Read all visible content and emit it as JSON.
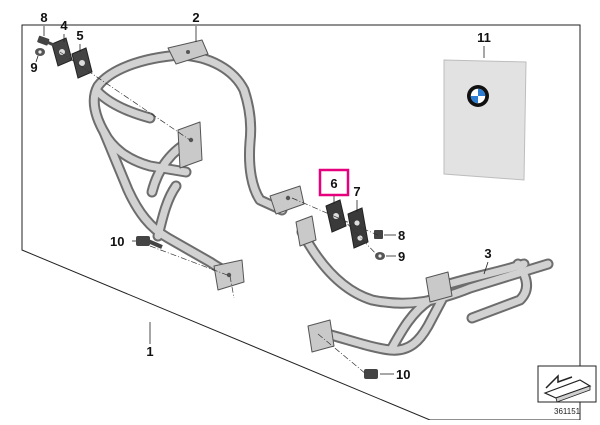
{
  "diagram": {
    "callouts": [
      {
        "id": "1",
        "text": "1"
      },
      {
        "id": "2",
        "text": "2"
      },
      {
        "id": "3",
        "text": "3"
      },
      {
        "id": "4",
        "text": "4"
      },
      {
        "id": "5",
        "text": "5"
      },
      {
        "id": "6",
        "text": "6",
        "highlighted": true
      },
      {
        "id": "7",
        "text": "7"
      },
      {
        "id": "8a",
        "text": "8"
      },
      {
        "id": "8b",
        "text": "8"
      },
      {
        "id": "9a",
        "text": "9"
      },
      {
        "id": "9b",
        "text": "9"
      },
      {
        "id": "10a",
        "text": "10"
      },
      {
        "id": "10b",
        "text": "10"
      },
      {
        "id": "11",
        "text": "11"
      }
    ],
    "highlight_color": "#e6007e",
    "line_color": "#222222",
    "part_fill": "#c9c9c9",
    "part_stroke": "#6d6d6d",
    "reference_number": "361151",
    "icons": {
      "sticker_logo": "bmw-roundel-icon",
      "corner": "parts-catalog-icon"
    }
  }
}
